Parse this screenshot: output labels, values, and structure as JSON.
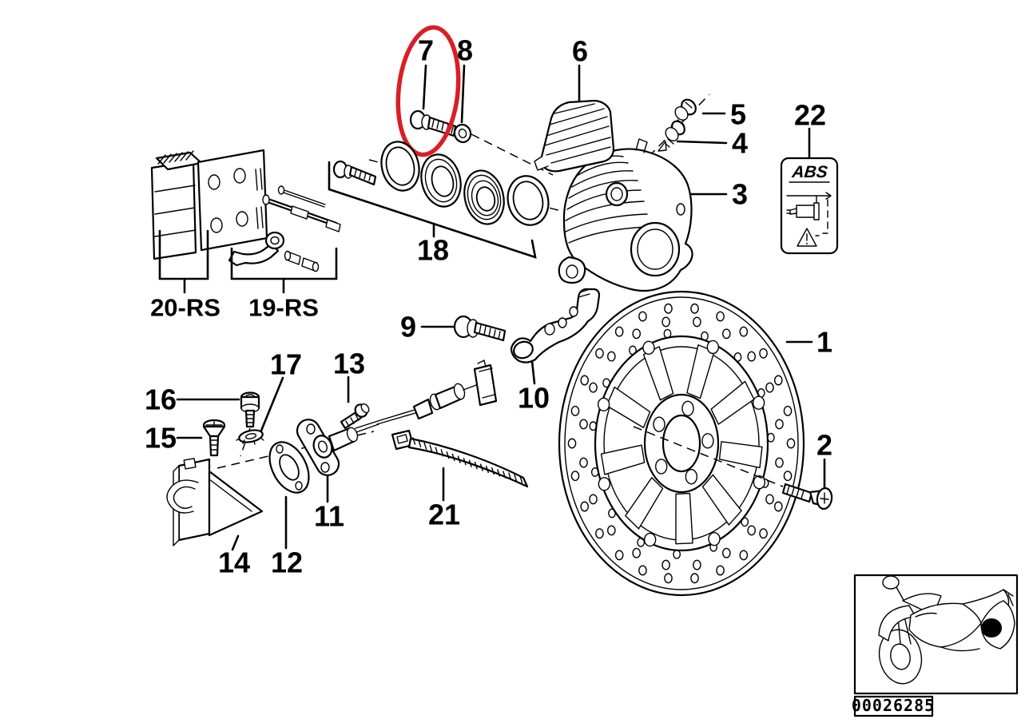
{
  "page": {
    "background": "#ffffff",
    "ink": "#000000"
  },
  "highlight": {
    "circled_part": "7",
    "color": "#d91f26"
  },
  "callouts": [
    {
      "id": "1",
      "label": "1"
    },
    {
      "id": "2",
      "label": "2"
    },
    {
      "id": "3",
      "label": "3"
    },
    {
      "id": "4",
      "label": "4"
    },
    {
      "id": "5",
      "label": "5"
    },
    {
      "id": "6",
      "label": "6"
    },
    {
      "id": "7",
      "label": "7"
    },
    {
      "id": "8",
      "label": "8"
    },
    {
      "id": "9",
      "label": "9"
    },
    {
      "id": "10",
      "label": "10"
    },
    {
      "id": "11",
      "label": "11"
    },
    {
      "id": "12",
      "label": "12"
    },
    {
      "id": "13",
      "label": "13"
    },
    {
      "id": "14",
      "label": "14"
    },
    {
      "id": "15",
      "label": "15"
    },
    {
      "id": "16",
      "label": "16"
    },
    {
      "id": "17",
      "label": "17"
    },
    {
      "id": "18",
      "label": "18"
    },
    {
      "id": "19-RS",
      "label": "19-RS"
    },
    {
      "id": "20-RS",
      "label": "20-RS"
    },
    {
      "id": "21",
      "label": "21"
    },
    {
      "id": "22",
      "label": "22"
    }
  ],
  "abs_sticker": {
    "text": "ABS"
  },
  "stamp": {
    "number": "00026285"
  },
  "icons": {
    "thumbnail": "motorcycle-icon",
    "thumbnail_marker": "rear-brake-location-dot",
    "sticker_warning": "warning-triangle-icon"
  }
}
